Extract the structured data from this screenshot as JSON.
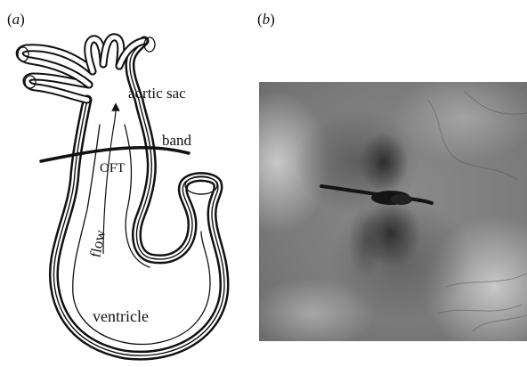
{
  "panel_a": {
    "label_open": "(",
    "label_letter": "a",
    "label_close": ")"
  },
  "panel_b": {
    "label_open": "(",
    "label_letter": "b",
    "label_close": ")"
  },
  "diagram": {
    "aortic_sac": "aortic sac",
    "band": "band",
    "oft": "OFT",
    "flow": "flow",
    "ventricle": "ventricle"
  }
}
